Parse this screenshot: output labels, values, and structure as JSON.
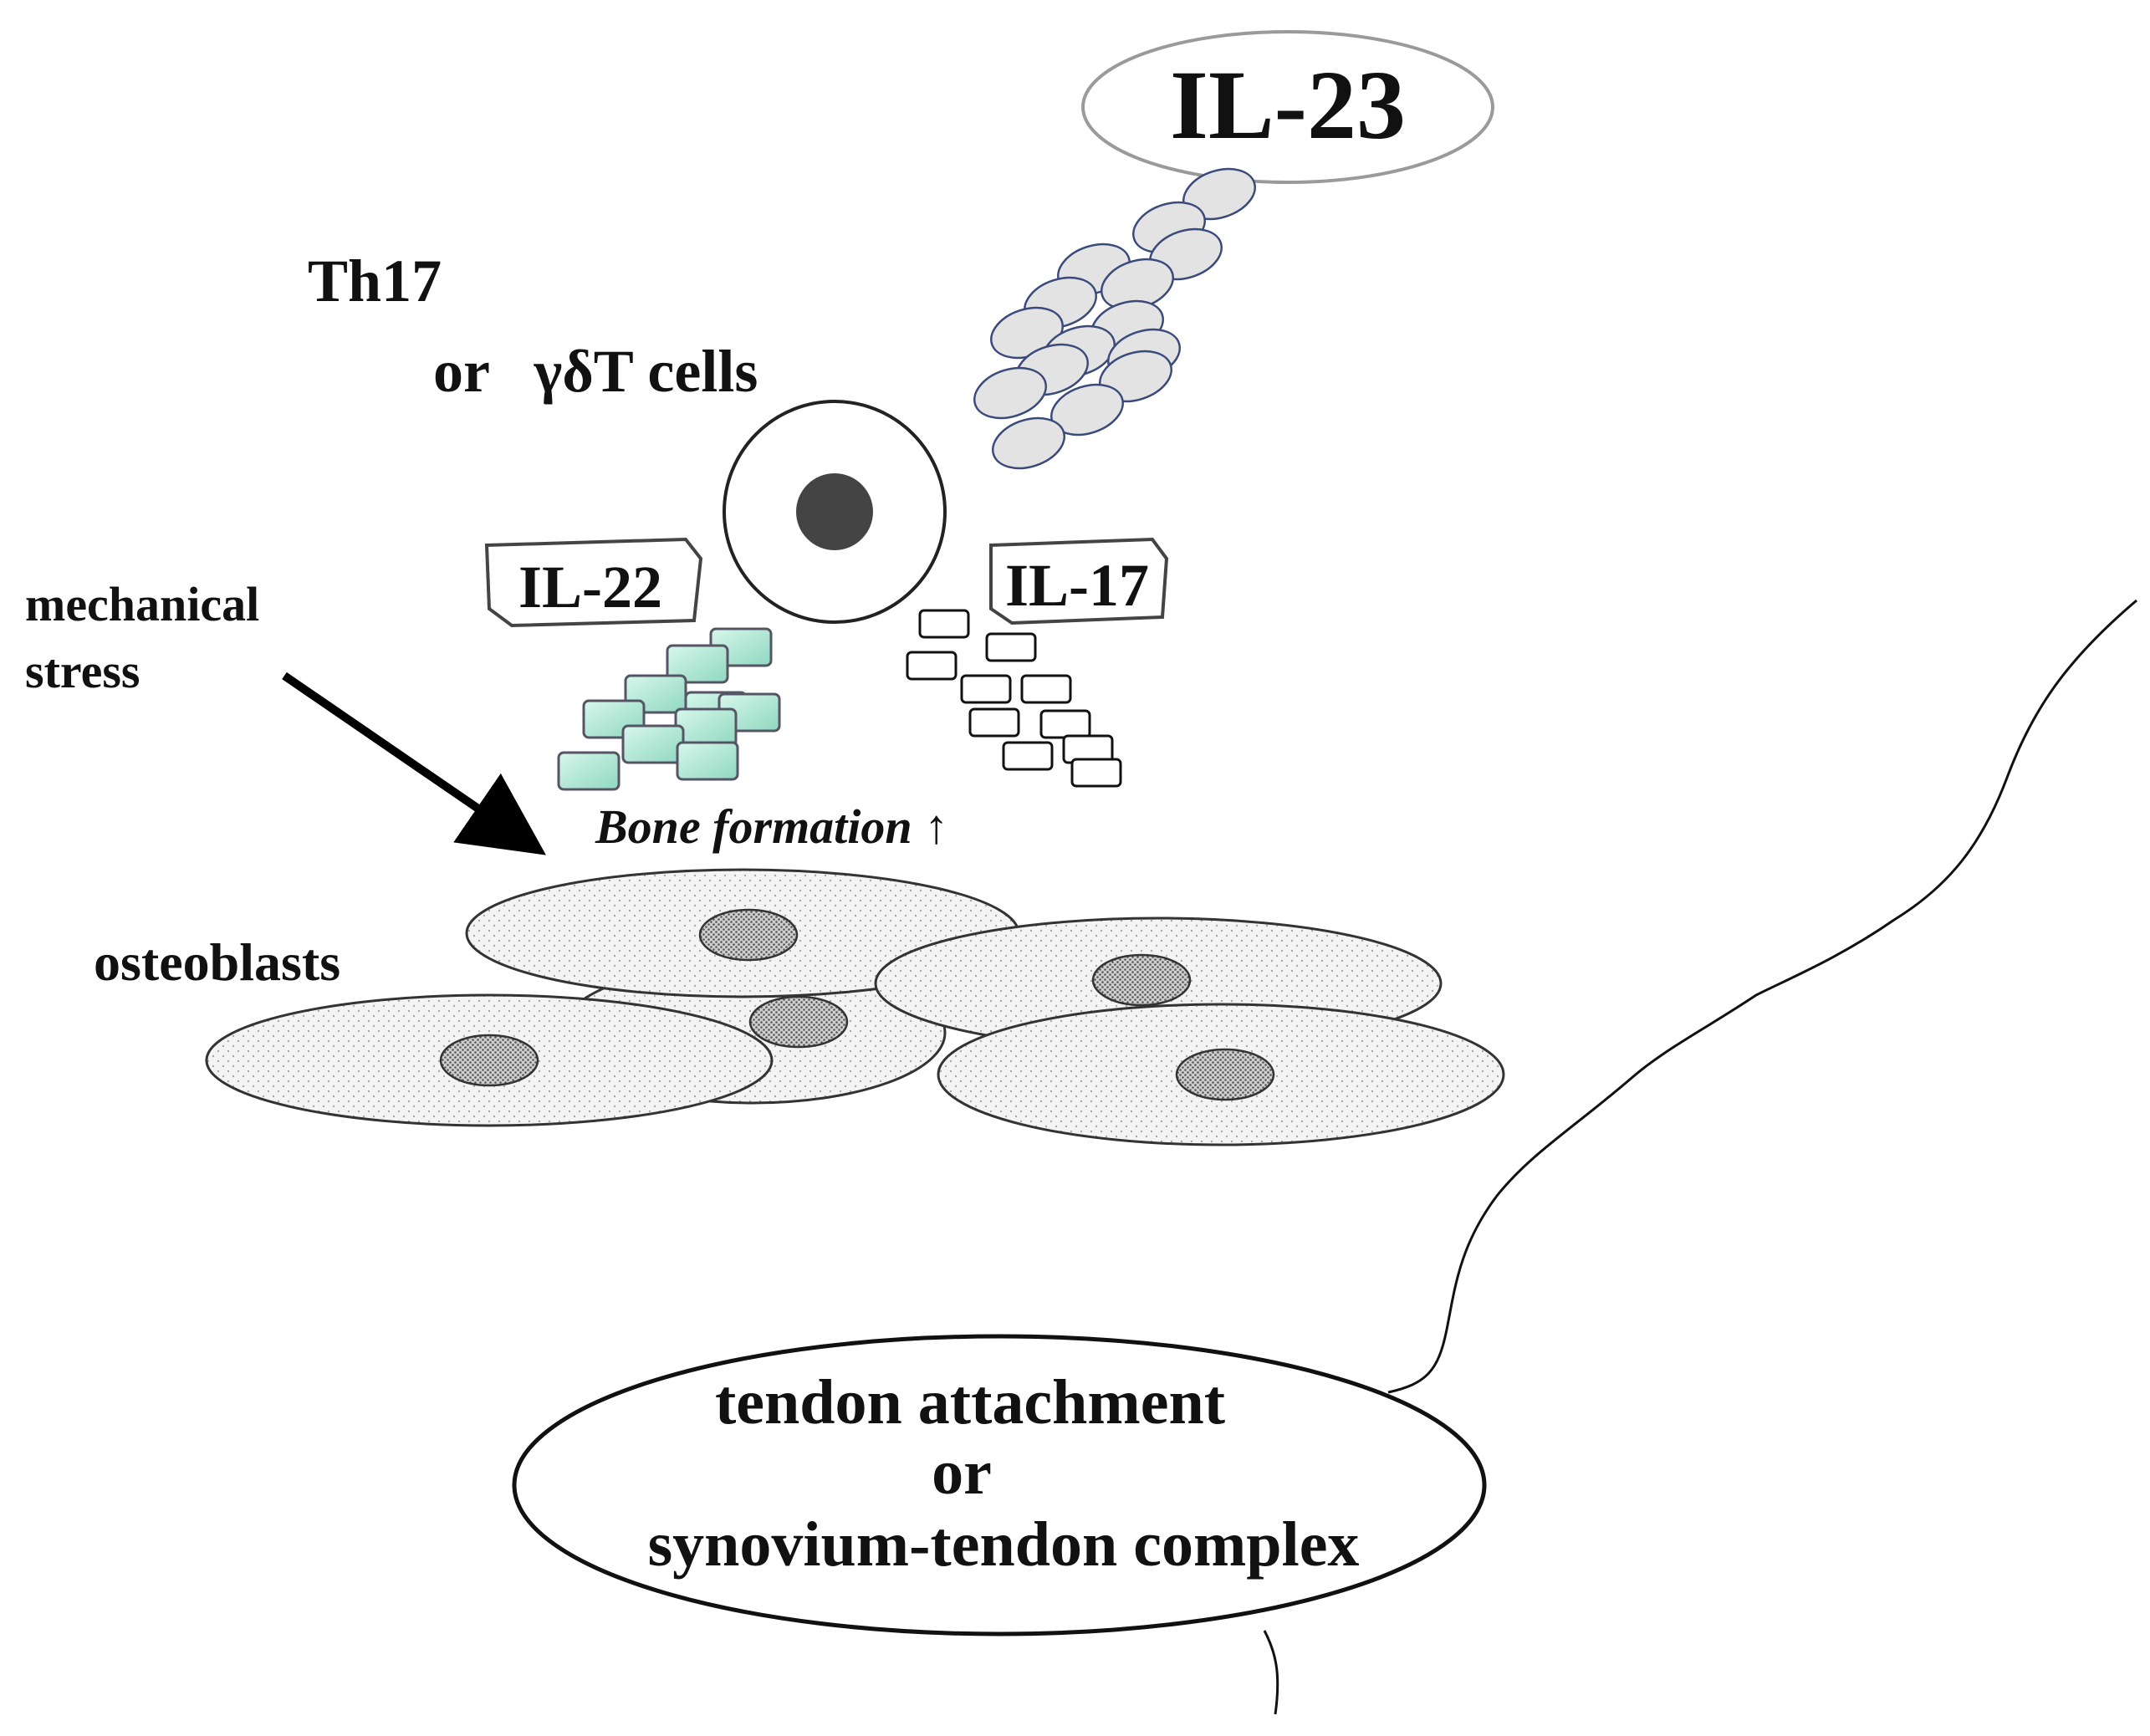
{
  "labels": {
    "il23": "IL-23",
    "th17": "Th17",
    "gdt": "or   γδT cells",
    "il22": "IL-22",
    "il17": "IL-17",
    "mech1": "mechanical",
    "mech2": "stress",
    "bone": "Bone formation ↑",
    "osteo": "osteoblasts",
    "tendon1": "tendon attachment",
    "tendon2": "or",
    "tendon3": "synovium-tendon complex"
  },
  "colors": {
    "il23_particle_fill": "#e3e3e3",
    "il23_particle_stroke": "#3a4a7a",
    "il22_particle_fill": "#b4ecd9",
    "nucleus": "#444444",
    "osteoblast_fill": "#f1f1f1",
    "osteoblast_nucleus": "#8a8a8a"
  }
}
